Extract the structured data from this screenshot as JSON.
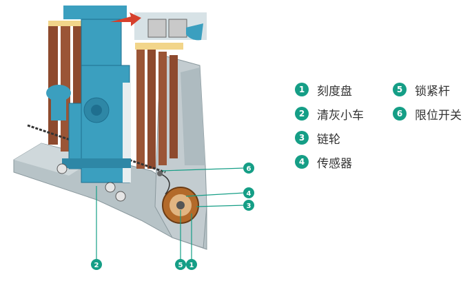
{
  "colors": {
    "accent": "#159e86",
    "machine_blue": "#3b9fbf",
    "machine_dark": "#1f6f8f",
    "frame_gray": "#b7c3c7",
    "fin_brown": "#8e4a2e",
    "arrow_red": "#d6402c",
    "chain_dark": "#333333"
  },
  "legend": [
    {
      "num": "1",
      "label": "刻度盘"
    },
    {
      "num": "2",
      "label": "清灰小车"
    },
    {
      "num": "3",
      "label": "链轮"
    },
    {
      "num": "4",
      "label": "传感器"
    },
    {
      "num": "5",
      "label": "锁紧杆"
    },
    {
      "num": "6",
      "label": "限位开关"
    }
  ],
  "callouts": [
    "2",
    "5",
    "1",
    "6",
    "4",
    "3"
  ]
}
